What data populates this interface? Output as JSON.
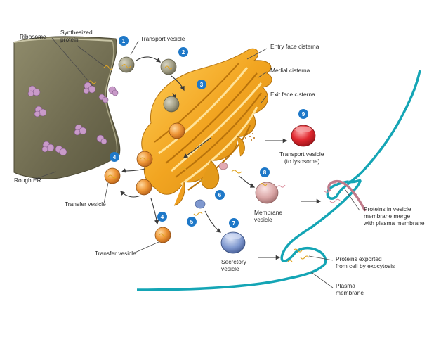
{
  "labels": {
    "ribosome": "Ribosome",
    "synthesized_1": "Synthesized",
    "synthesized_2": "protein",
    "transport_vesicle": "Transport vesicle",
    "entry_face": "Entry face cisterna",
    "medial": "Medial cisterna",
    "exit_face": "Exit face cisterna",
    "transport_lys_1": "Transport vesicle",
    "transport_lys_2": "(to lysosome)",
    "rough_er": "Rough ER",
    "transfer_vesicle_1": "Transfer vesicle",
    "transfer_vesicle_2": "Transfer vesicle",
    "membrane_vesicle_1": "Membrane",
    "membrane_vesicle_2": "vesicle",
    "secretory_1": "Secretory",
    "secretory_2": "vesicle",
    "merge_1": "Proteins in vesicle",
    "merge_2": "membrane merge",
    "merge_3": "with plasma membrane",
    "exported_1": "Proteins exported",
    "exported_2": "from cell by exocytosis",
    "plasma_1": "Plasma",
    "plasma_2": "membrane"
  },
  "steps": [
    "1",
    "2",
    "3",
    "4",
    "4",
    "5",
    "6",
    "7",
    "8",
    "9"
  ],
  "colors": {
    "step_badge": "#1e78c8",
    "er": "#6e6b4f",
    "golgi": "#f0a020",
    "plasma_membrane": "#14a5b5",
    "lysosome_vesicle": "#d8242c",
    "membrane_vesicle": "#d39a9a",
    "secretory_vesicle": "#6d88c4",
    "protein": "#e0a525"
  }
}
